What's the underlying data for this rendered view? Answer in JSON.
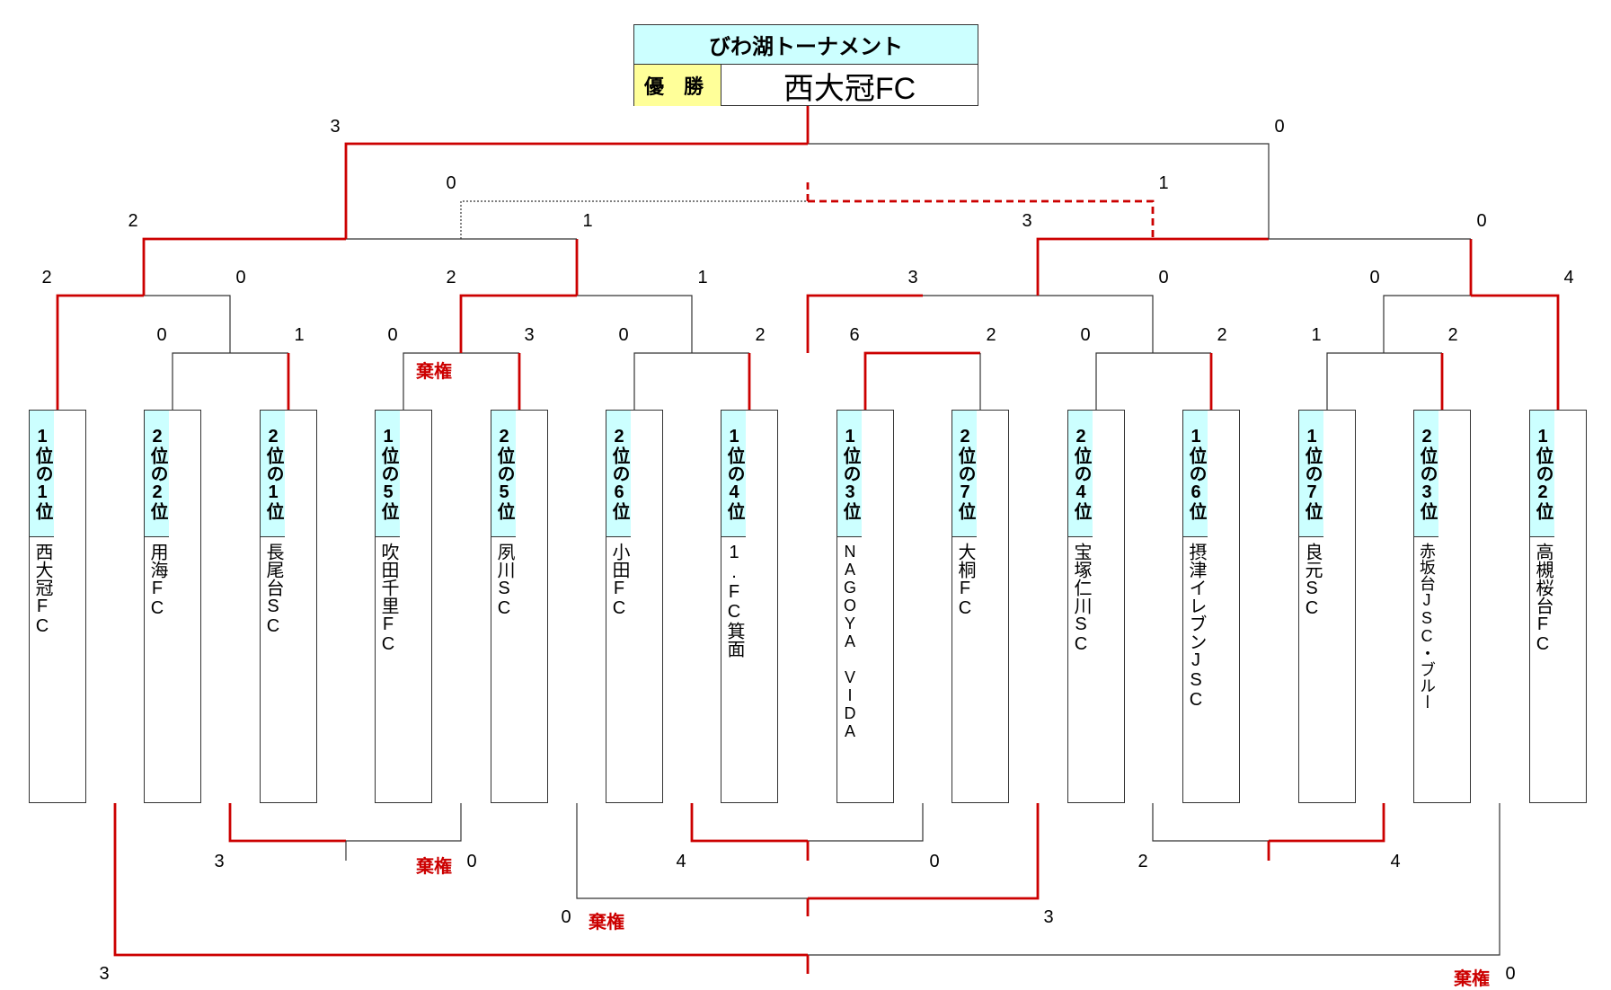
{
  "title": "びわ湖トーナメント",
  "winner_label": "優 勝",
  "winner_name": "西大冠FC",
  "forfeit_label": "棄権",
  "colors": {
    "win": "#cc0000",
    "lose": "#333333",
    "header": "#ccffff",
    "winner_label_bg": "#ffff99"
  },
  "teams": [
    {
      "rank": "1位の1位",
      "name": "西大冠FC"
    },
    {
      "rank": "2位の2位",
      "name": "用海FC"
    },
    {
      "rank": "2位の1位",
      "name": "長尾台SC"
    },
    {
      "rank": "1位の5位",
      "name": "吹田千里FC"
    },
    {
      "rank": "2位の5位",
      "name": "夙川SC"
    },
    {
      "rank": "2位の6位",
      "name": "小田FC"
    },
    {
      "rank": "1位の4位",
      "name": "1.FC箕面"
    },
    {
      "rank": "1位の3位",
      "name": "NAGOYA VIDA"
    },
    {
      "rank": "2位の7位",
      "name": "大桐FC"
    },
    {
      "rank": "2位の4位",
      "name": "宝塚仁川SC"
    },
    {
      "rank": "1位の6位",
      "name": "摂津イレブンJSC"
    },
    {
      "rank": "1位の7位",
      "name": "良元SC"
    },
    {
      "rank": "2位の3位",
      "name": "赤坂台JSC・ブルー"
    },
    {
      "rank": "1位の2位",
      "name": "高槻桜台FC"
    }
  ],
  "scores": {
    "final_left": "3",
    "final_right": "0",
    "third_left": "0",
    "third_right": "1",
    "sf1_left": "2",
    "sf1_right": "1",
    "sf2_left": "3",
    "sf2_right": "0",
    "qf1_left": "2",
    "qf1_right": "0",
    "qf2_left": "2",
    "qf2_right": "1",
    "qf3_left": "3",
    "qf3_right": "0",
    "qf4_left": "0",
    "qf4_right": "4",
    "r1_1_left": "0",
    "r1_1_right": "1",
    "r1_2_left": "0",
    "r1_2_right": "3",
    "r1_3_left": "0",
    "r1_3_right": "2",
    "r1_4_left": "6",
    "r1_4_right": "2",
    "r1_5_left": "0",
    "r1_5_right": "2",
    "r1_6_left": "1",
    "r1_6_right": "2",
    "b1_left": "3",
    "b1_right": "0",
    "b2_left": "4",
    "b2_right": "0",
    "b3_left": "2",
    "b3_right": "4",
    "b4_left": "0",
    "b4_right": "3",
    "b5_left": "3",
    "b5_right": "0"
  }
}
